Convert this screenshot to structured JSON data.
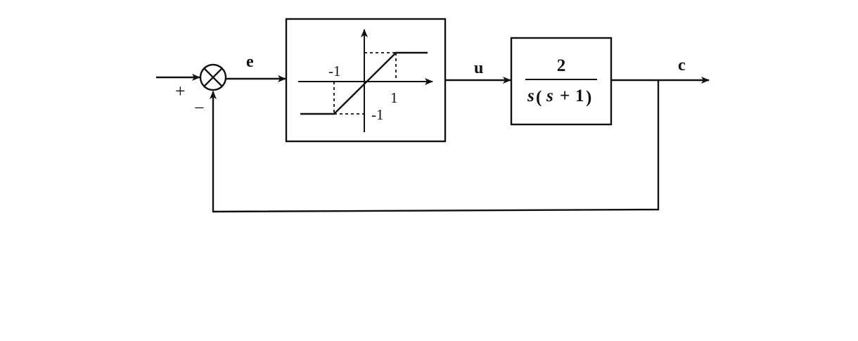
{
  "signals": {
    "error": "e",
    "control": "u",
    "output": "c"
  },
  "summing_junction": {
    "input_sign": "+",
    "feedback_sign": "−"
  },
  "saturation_block": {
    "neg_input_limit": "-1",
    "pos_input_limit": "1",
    "neg_output_limit": "-1"
  },
  "plant_block": {
    "numerator": "2",
    "denominator_s": "s",
    "denominator_paren_open": "(",
    "denominator_inner": "s",
    "denominator_plus": "+",
    "denominator_one": "1",
    "denominator_paren_close": ")"
  }
}
